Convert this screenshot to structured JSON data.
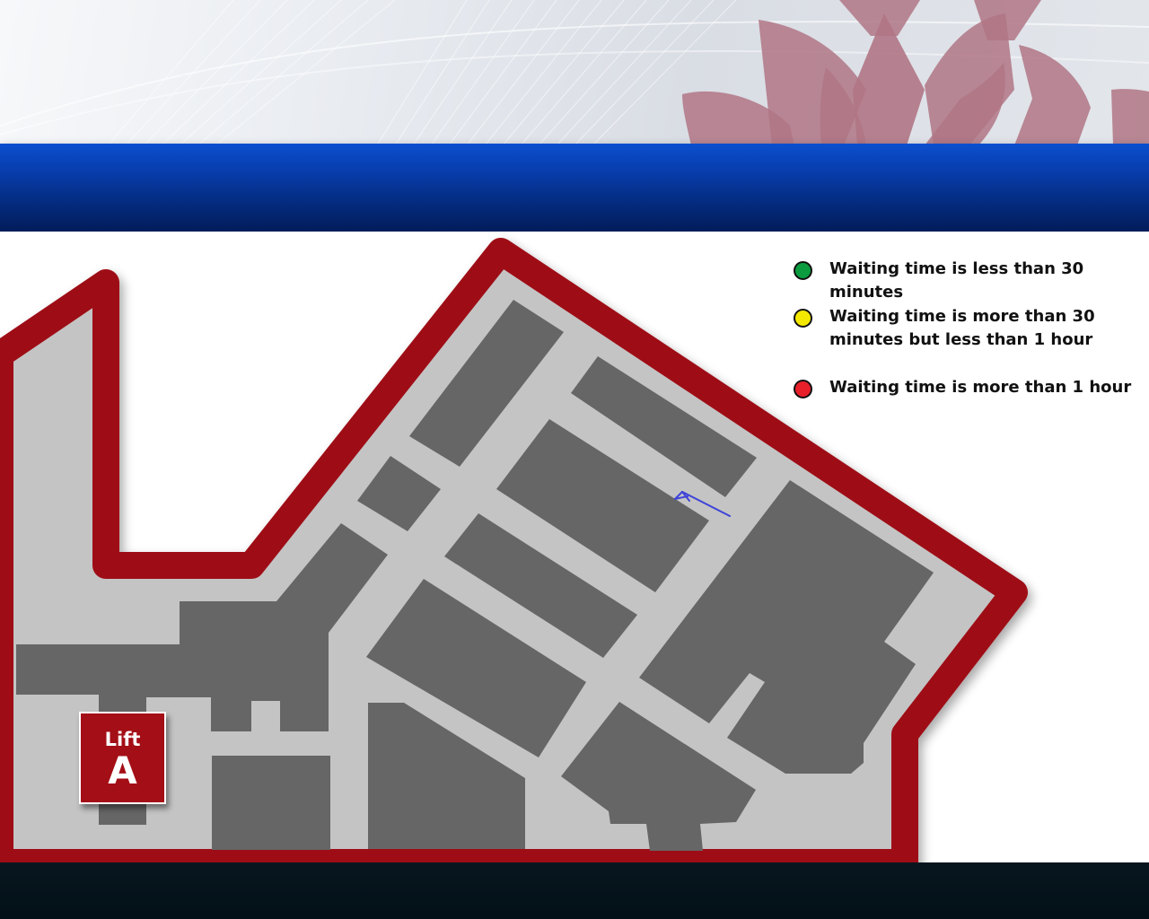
{
  "colors": {
    "banner_blue": "#063aa6",
    "footer": "#05131b",
    "outline_red": "#9e0c14",
    "floor_light_grey": "#c4c4c4",
    "shop_dark_grey": "#666666",
    "lotus_pink": "#b07585",
    "arrow_blue": "#3f44d8"
  },
  "legend": {
    "items": [
      {
        "color": "#0a9c3f",
        "text": "Waiting time is less than 30 minutes"
      },
      {
        "color": "#f5e800",
        "text": "Waiting time is more than 30 minutes but less than 1 hour"
      },
      {
        "color": "#e8202a",
        "text": "Waiting time is more than 1 hour"
      }
    ]
  },
  "lift_sign": {
    "label": "Lift",
    "letter": "A"
  },
  "icons": {
    "banner_logo": "lotus-logo-icon",
    "annotation": "hand-drawn-arrow-icon"
  }
}
